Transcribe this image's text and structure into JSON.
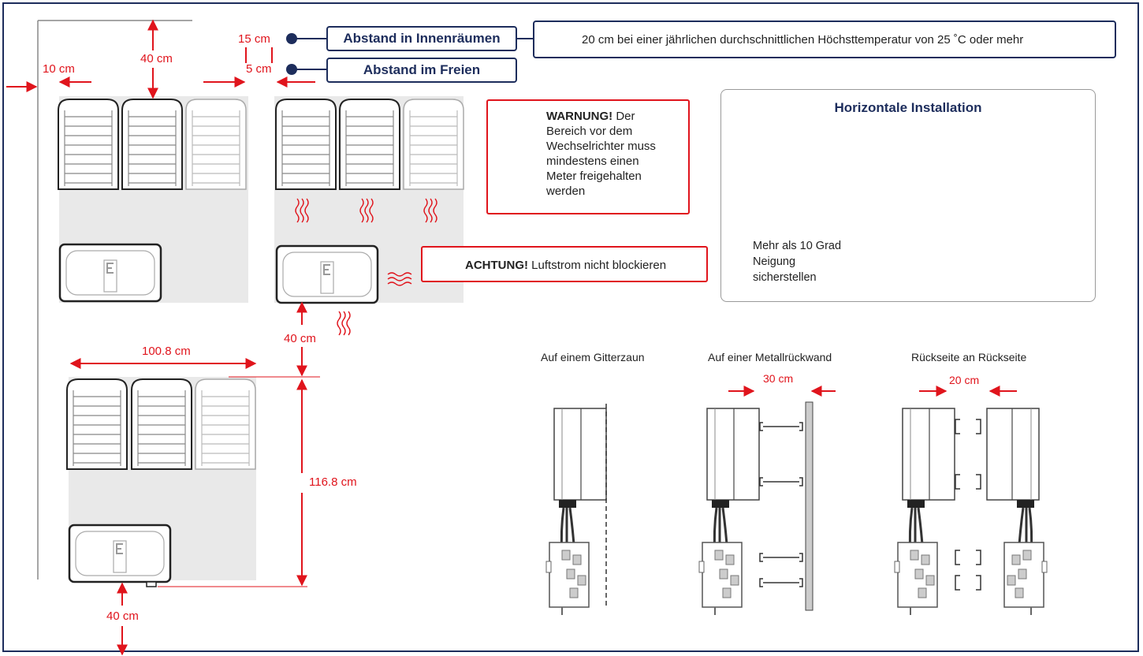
{
  "top": {
    "indoor_label": "Abstand in Innenräumen",
    "indoor_distance": "15 cm",
    "outdoor_label": "Abstand im Freien",
    "outdoor_distance": "5 cm",
    "note": "20 cm bei einer jährlichen durchschnittlichen Höchsttemperatur von 25 ˚C oder mehr"
  },
  "dimensions": {
    "side_gap": "10 cm",
    "top_gap": "40 cm",
    "between_rows": "40 cm",
    "row_width": "100.8 cm",
    "row_height": "116.8 cm",
    "bottom_gap": "40 cm"
  },
  "warning": {
    "title": "WARNUNG!",
    "lines": [
      "Der",
      "Bereich vor dem",
      "Wechselrichter muss",
      "mindestens einen",
      "Meter freigehalten",
      "werden"
    ]
  },
  "caution": {
    "title": "ACHTUNG!",
    "text": "Luftstrom nicht blockieren"
  },
  "horizontal": {
    "title": "Horizontale Installation",
    "tilt_lines": [
      "Mehr als 10 Grad",
      "Neigung",
      "sicherstellen"
    ]
  },
  "mounting": {
    "fence_label": "Auf einem Gitterzaun",
    "metal_label": "Auf einer Metallrückwand",
    "metal_distance": "30 cm",
    "back_label": "Rückseite an Rückseite",
    "back_distance": "20 cm"
  },
  "colors": {
    "accent_red": "#e0141c",
    "navy": "#1d2d5c",
    "shade": "#e9e9e9"
  }
}
